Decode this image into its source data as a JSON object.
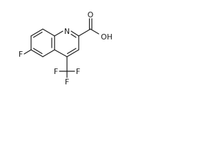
{
  "molecule": {
    "atom_labels": {
      "nitrogen": "N",
      "oxygen_carbonyl": "O",
      "hydroxyl": "OH",
      "fluorine_ring": "F",
      "fluorine_cf3_top": "F",
      "fluorine_cf3_left": "F",
      "fluorine_cf3_right": "F"
    }
  }
}
